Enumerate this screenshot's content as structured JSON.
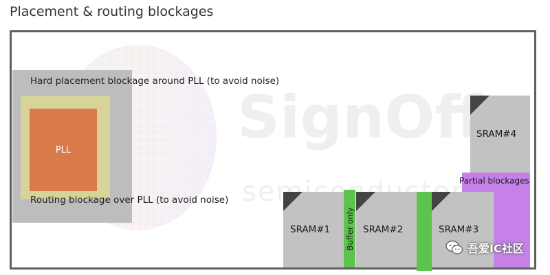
{
  "title": "Placement & routing blockages",
  "labels": {
    "hard_placement": "Hard placement blockage around PLL (to avoid noise)",
    "routing_blockage": "Routing blockage over PLL (to avoid noise)",
    "pll": "PLL",
    "buffer_only": "Buffer only",
    "partial_blockages": "Partial blockages"
  },
  "srams": [
    "SRAM#1",
    "SRAM#2",
    "SRAM#3",
    "SRAM#4"
  ],
  "watermark": {
    "logo": "SignOff",
    "subtitle": "semiconductors"
  },
  "wechat": {
    "text": "吾爱IC社区",
    "icon": "wechat-icon"
  },
  "colors": {
    "frame": "#5f5f5f",
    "hard_blockage": "#bdbdbd",
    "routing_blockage": "#d8d398",
    "pll": "#d87a49",
    "sram": "#c2c2c2",
    "buffer_only": "#5cc44c",
    "partial_blockage": "#c581e8"
  }
}
